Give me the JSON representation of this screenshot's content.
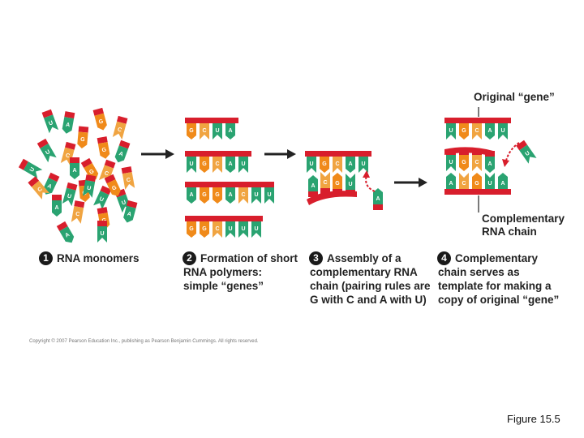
{
  "steps": [
    {
      "number": "1",
      "label": "RNA monomers"
    },
    {
      "number": "2",
      "line1": "Formation of short",
      "line2": "RNA polymers:",
      "line3": "simple “genes”"
    },
    {
      "number": "3",
      "line1": "Assembly of a",
      "line2": "complementary RNA",
      "line3": "chain (pairing rules are",
      "line4": "G with C and A with U)"
    },
    {
      "number": "4",
      "line1": "Complementary",
      "line2": "chain serves as",
      "line3": "template for making a",
      "line4": "copy of original “gene”"
    }
  ],
  "callouts": {
    "original_gene": "Original “gene”",
    "complementary_line1": "Complementary",
    "complementary_line2": "RNA chain"
  },
  "bases": {
    "monomers": [
      "U",
      "A",
      "G",
      "C",
      "G",
      "U",
      "G",
      "A",
      "C",
      "U",
      "A",
      "G",
      "C",
      "C",
      "A",
      "G",
      "U",
      "U",
      "U",
      "A",
      "C",
      "G",
      "A",
      "C",
      "G",
      "A",
      "U",
      "U"
    ],
    "polymers": [
      [
        "G",
        "C",
        "U",
        "A"
      ],
      [
        "U",
        "G",
        "C",
        "A",
        "U"
      ],
      [
        "A",
        "G",
        "G",
        "A",
        "C",
        "U",
        "U"
      ],
      [
        "G",
        "G",
        "C",
        "U",
        "U",
        "U"
      ]
    ],
    "step3_template": [
      "U",
      "G",
      "C",
      "A",
      "U"
    ],
    "step3_partial": [
      "A",
      "C",
      "G",
      "U"
    ],
    "step3_incoming": "A",
    "step4_original": [
      "U",
      "G",
      "C",
      "A",
      "U"
    ],
    "step4_complement": [
      "A",
      "C",
      "G",
      "U",
      "A"
    ],
    "step4_copy": [
      "U",
      "G",
      "C",
      "A"
    ],
    "step4_incoming": "U"
  },
  "colors": {
    "backbone": "#d81e2c",
    "G": "#f08a1a",
    "C": "#f0a441",
    "U": "#2aa371",
    "A": "#2aa371",
    "arrow": "#222222"
  },
  "copyright": "Copyright © 2007 Pearson Education Inc., publishing as Pearson Benjamin Cummings. All rights reserved.",
  "figure_label": "Figure 15.5"
}
